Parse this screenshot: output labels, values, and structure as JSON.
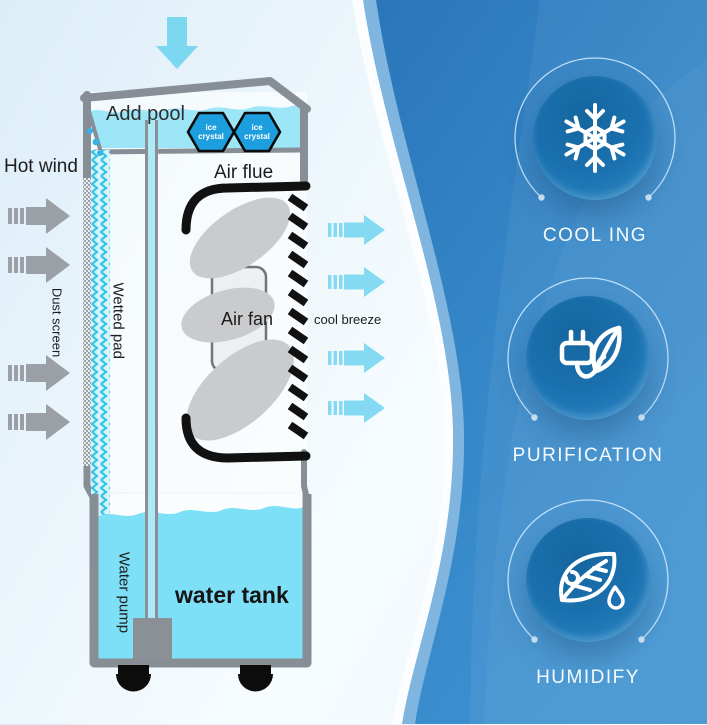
{
  "diagram": {
    "labels": {
      "hot_wind": "Hot wind",
      "dust_screen": "Dust screen",
      "wetted_pad": "Wetted pad",
      "add_pool": "Add pool",
      "air_flue": "Air flue",
      "air_fan": "Air fan",
      "cool_breeze": "cool breeze",
      "water_pump": "Water pump",
      "water_tank": "water tank",
      "ice_crystal": "ice crystal"
    },
    "icons": [
      "down-arrow-icon",
      "hot-wind-arrow-icon",
      "cool-breeze-arrow-icon",
      "ice-crystal-hexagon-icon",
      "water-drop-icon"
    ],
    "colors": {
      "water": "#7fe0f6",
      "pool_water": "#9de6f8",
      "wetted_pad": "#38c6e7",
      "housing_gray": "#878e95",
      "duct_black": "#111111",
      "hot_arrow_gray": "#9aa0a5",
      "cool_arrow_blue": "#84daf3",
      "hexagon_blue": "#1d9fdf",
      "down_arrow_blue": "#7cd7f0"
    }
  },
  "features": [
    {
      "label": "COOL ING",
      "icon": "snowflake-icon"
    },
    {
      "label": "PURIFICATION",
      "icon": "plug-leaf-icon"
    },
    {
      "label": "HUMIDIFY",
      "icon": "leaf-droplet-icon"
    }
  ],
  "panel": {
    "accent": "#3287c7",
    "circle_color": "#1a70ae",
    "ring_color": "#cfe9fb",
    "light_band": "#7fb5de"
  }
}
